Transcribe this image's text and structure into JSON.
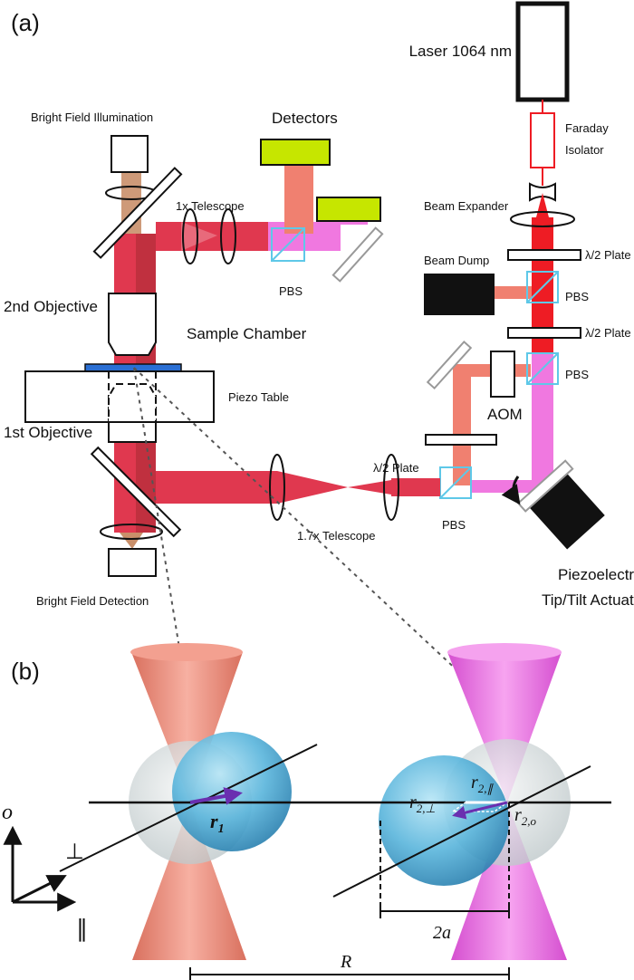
{
  "panel_a": {
    "panel_label": "(a)",
    "laser": "Laser 1064 nm",
    "faraday": [
      "Faraday",
      "Isolator"
    ],
    "beam_expander": "Beam Expander",
    "half_wave_plate": "λ/2 Plate",
    "beam_dump": "Beam Dump",
    "pbs": "PBS",
    "aom": "AOM",
    "bright_field_illumination": "Bright Field Illumination",
    "detectors": "Detectors",
    "telescope_1x": "1x Telescope",
    "second_objective": "2nd Objective",
    "sample_chamber": "Sample Chamber",
    "piezo_table": "Piezo Table",
    "first_objective": "1st Objective",
    "telescope_17x": "1.7x Telescope",
    "bright_field_detection": "Bright Field Detection",
    "piezo_actuator": [
      "Piezoelectric",
      "Tip/Tilt Actuator"
    ]
  },
  "panel_b": {
    "panel_label": "(b)",
    "r1": "r",
    "r1_sub": "1",
    "r2_par": "r",
    "r2_par_sub": "2,∥",
    "r2_perp": "r",
    "r2_perp_sub": "2,⊥",
    "r2_o": "r",
    "r2_o_sub": "2,o",
    "two_a": "2a",
    "R": "R",
    "axis_o": "o",
    "axis_perp": "⊥",
    "axis_par": "∥"
  },
  "colors": {
    "beam_red": "#e0384f",
    "beam_salmon": "#f08070",
    "beam_pink": "#f078e0",
    "beam_laser_red": "#ee1c24",
    "bright_field": "#c98f6a",
    "detector": "#c6e600",
    "pbs_cube": "#5ec8e8",
    "sphere": "#4fb0d8"
  }
}
